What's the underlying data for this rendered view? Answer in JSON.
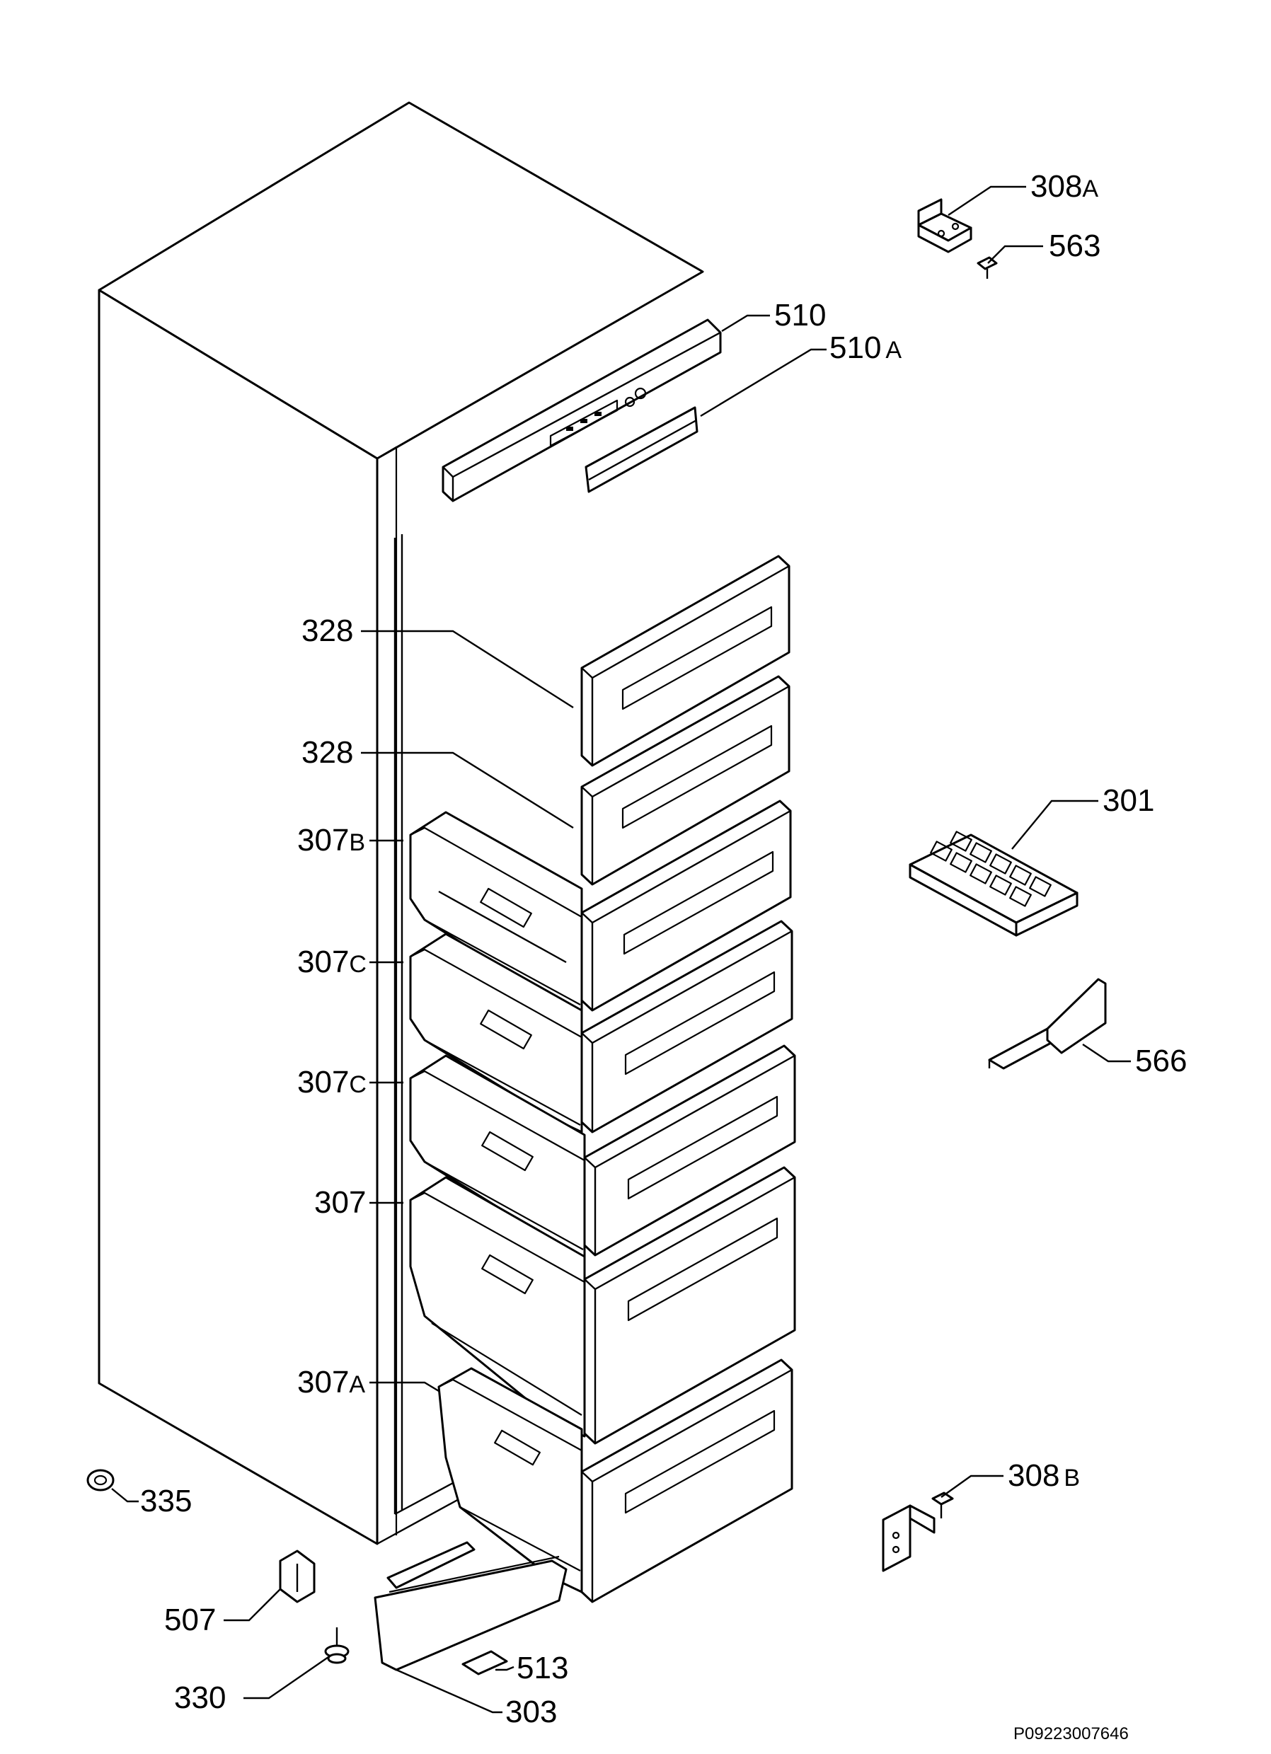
{
  "labels": {
    "l308a": {
      "num": "308",
      "sfx": "A"
    },
    "l563": {
      "num": "563"
    },
    "l510": {
      "num": "510"
    },
    "l510a": {
      "num": "510",
      "sfx": "A"
    },
    "l328a": {
      "num": "328"
    },
    "l328b": {
      "num": "328"
    },
    "l307b": {
      "num": "307",
      "sfx": "B"
    },
    "l307c1": {
      "num": "307",
      "sfx": "C"
    },
    "l307c2": {
      "num": "307",
      "sfx": "C"
    },
    "l307": {
      "num": "307"
    },
    "l307a": {
      "num": "307",
      "sfx": "A"
    },
    "l301": {
      "num": "301"
    },
    "l566": {
      "num": "566"
    },
    "l308b": {
      "num": "308",
      "sfx": "B"
    },
    "l335": {
      "num": "335"
    },
    "l507": {
      "num": "507"
    },
    "l513": {
      "num": "513"
    },
    "l330": {
      "num": "330"
    },
    "l303": {
      "num": "303"
    }
  },
  "footer": {
    "ref_code": "P09223007646"
  }
}
